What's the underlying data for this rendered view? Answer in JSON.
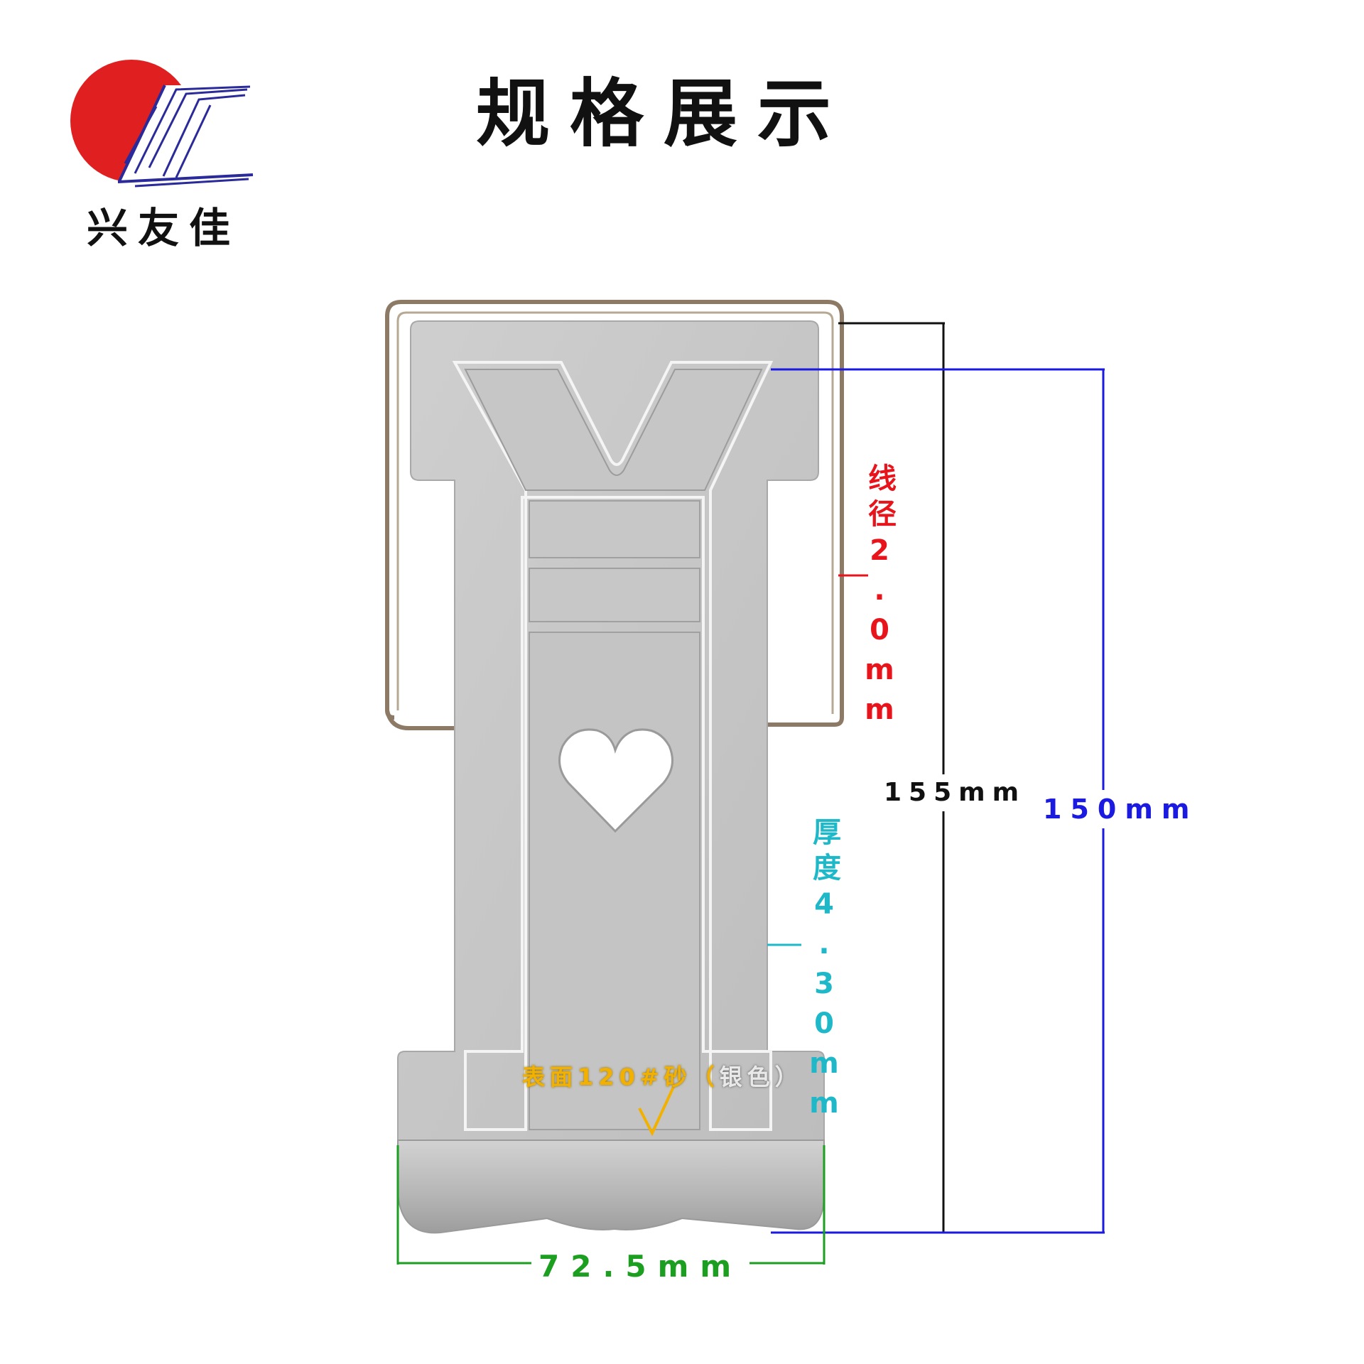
{
  "brand": {
    "name": "兴友佳",
    "logo_icon": "sun-and-pages-logo-icon",
    "colors": {
      "red": "#e02020",
      "blue": "#2a2a9a"
    }
  },
  "page_title": "规格展示",
  "product": {
    "name": "phone-stand-icon",
    "material_color": "#c8c8c8",
    "heart_cutout": "heart-icon"
  },
  "annotations": {
    "wire_diameter": "线径2.0mm",
    "thickness": "厚度4.30mm",
    "height_total": "155mm",
    "height_plate": "150mm",
    "width": "72.5mm",
    "surface": "表面120#砂（",
    "surface_color": "银色）",
    "surface_finish_symbol": "√"
  },
  "colors": {
    "wire_label": "#e8141c",
    "thickness_label": "#1fb8c8",
    "height_total_line": "#111111",
    "height_plate_line": "#1a1ae0",
    "width_line": "#1c9e20",
    "surface_label": "#f2b000"
  }
}
